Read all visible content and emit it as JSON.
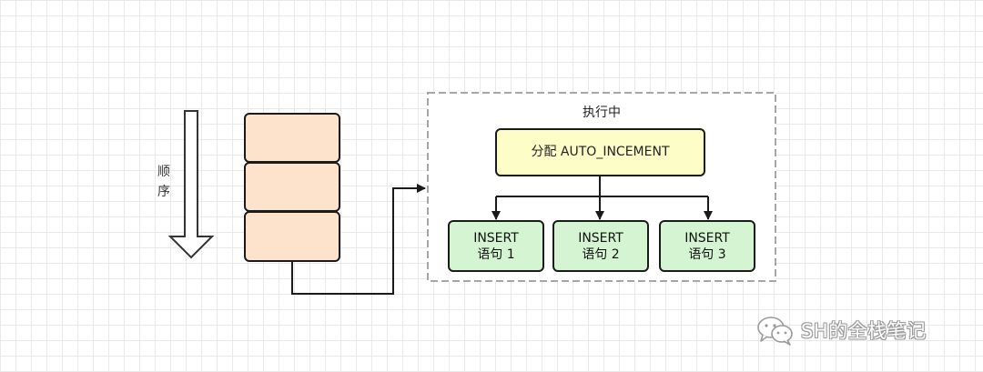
{
  "order_label_chars": [
    "顺",
    "序"
  ],
  "container_title": "执行中",
  "allocate_label": "分配 AUTO_INCEMENT",
  "statements": [
    {
      "line1": "INSERT",
      "line2": "语句 1"
    },
    {
      "line1": "INSERT",
      "line2": "语句 2"
    },
    {
      "line1": "INSERT",
      "line2": "语句 3"
    }
  ],
  "watermark": "SH的全栈笔记",
  "watermark_icon": "wechat-icon",
  "colors": {
    "queue_fill": "#fde3cc",
    "allocate_fill": "#fdfdc8",
    "insert_fill": "#d5f5d2",
    "dashed_border": "#a6a6a6",
    "line": "#1a1a1a"
  }
}
